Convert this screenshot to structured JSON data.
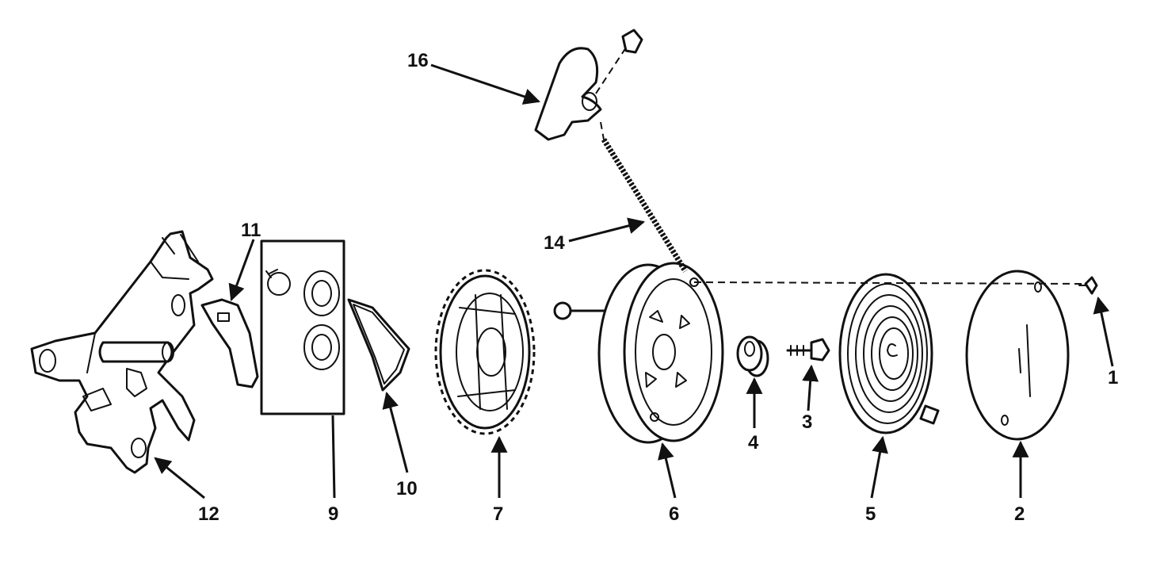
{
  "diagram": {
    "colors": {
      "ink": "#111111",
      "background": "#ffffff"
    },
    "callouts": [
      {
        "id": "c1",
        "label": "1"
      },
      {
        "id": "c2",
        "label": "2"
      },
      {
        "id": "c3",
        "label": "3"
      },
      {
        "id": "c4",
        "label": "4"
      },
      {
        "id": "c5",
        "label": "5"
      },
      {
        "id": "c6",
        "label": "6"
      },
      {
        "id": "c7",
        "label": "7"
      },
      {
        "id": "c9",
        "label": "9"
      },
      {
        "id": "c10",
        "label": "10"
      },
      {
        "id": "c11",
        "label": "11"
      },
      {
        "id": "c12",
        "label": "12"
      },
      {
        "id": "c14",
        "label": "14"
      },
      {
        "id": "c16",
        "label": "16"
      }
    ]
  }
}
